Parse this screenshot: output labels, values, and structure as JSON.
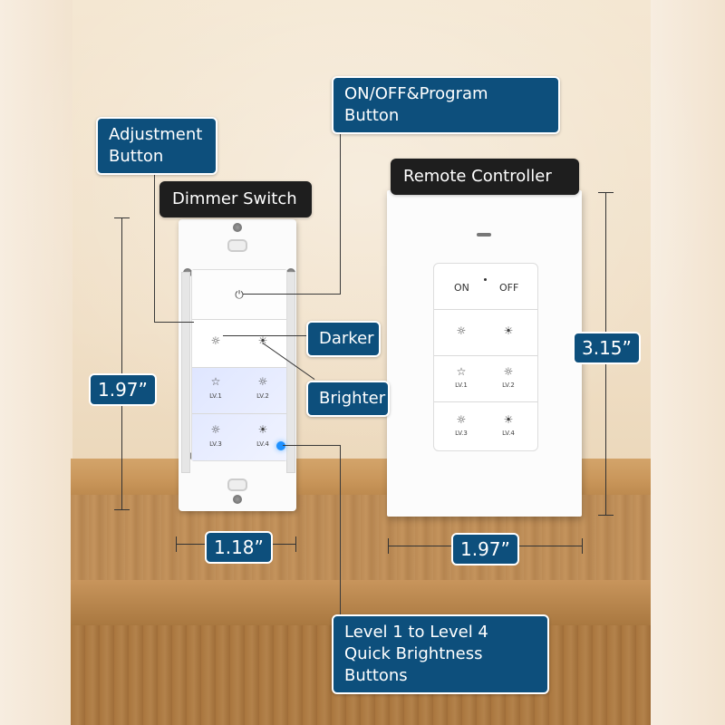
{
  "callouts": {
    "on_off": "ON/OFF&Program Button",
    "adjustment": "Adjustment Button",
    "dimmer_switch": "Dimmer Switch",
    "remote_controller": "Remote Controller",
    "darker": "Darker",
    "brighter": "Brighter",
    "level_quick": "Level 1 to Level 4 Quick Brightness Buttons"
  },
  "dimensions": {
    "dimmer_height": "1.97”",
    "dimmer_width": "1.18”",
    "remote_height": "3.15”",
    "remote_width": "1.97”"
  },
  "dimmer": {
    "lv1": "LV.1",
    "lv2": "LV.2",
    "lv3": "LV.3",
    "lv4": "LV.4"
  },
  "remote": {
    "on": "ON",
    "off": "OFF",
    "lv1": "LV.1",
    "lv2": "LV.2",
    "lv3": "LV.3",
    "lv4": "LV.4"
  },
  "colors": {
    "callout_blue": "#0d4f7c",
    "callout_dark": "#1e1e1e",
    "led_blue": "#1e90ff"
  }
}
